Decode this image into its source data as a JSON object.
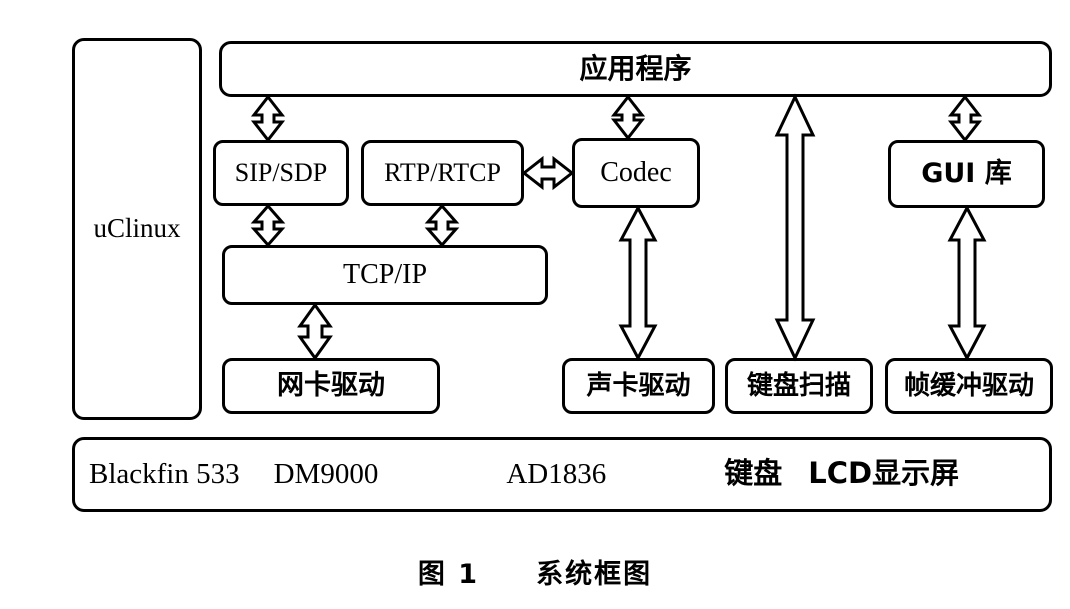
{
  "figure": {
    "caption_number": "图 1",
    "caption_title": "系统框图"
  },
  "diagram": {
    "type": "system-block-diagram",
    "nodes": [
      {
        "id": "uclinux",
        "label": "uClinux",
        "script": "latin"
      },
      {
        "id": "app",
        "label": "应用程序",
        "script": "cjk"
      },
      {
        "id": "sipsdp",
        "label": "SIP/SDP",
        "script": "latin"
      },
      {
        "id": "rtprtcp",
        "label": "RTP/RTCP",
        "script": "latin"
      },
      {
        "id": "codec",
        "label": "Codec",
        "script": "latin"
      },
      {
        "id": "gui",
        "label": "GUI 库",
        "script": "mixed"
      },
      {
        "id": "tcpip",
        "label": "TCP/IP",
        "script": "latin"
      },
      {
        "id": "netdrv",
        "label": "网卡驱动",
        "script": "cjk"
      },
      {
        "id": "sounddrv",
        "label": "声卡驱动",
        "script": "cjk"
      },
      {
        "id": "keyscan",
        "label": "键盘扫描",
        "script": "cjk"
      },
      {
        "id": "fbdrv",
        "label": "帧缓冲驱动",
        "script": "cjk"
      }
    ],
    "hardware_bar": {
      "id": "hardware",
      "items": [
        "Blackfin 533",
        "DM9000",
        "AD1836",
        "键盘",
        "LCD显示屏"
      ]
    },
    "connections": [
      {
        "from": "app",
        "to": "sipsdp",
        "style": "double-arrow-vertical"
      },
      {
        "from": "app",
        "to": "codec",
        "style": "double-arrow-vertical"
      },
      {
        "from": "app",
        "to": "keyscan",
        "style": "double-arrow-vertical"
      },
      {
        "from": "app",
        "to": "gui",
        "style": "double-arrow-vertical"
      },
      {
        "from": "sipsdp",
        "to": "tcpip",
        "style": "double-arrow-vertical"
      },
      {
        "from": "rtprtcp",
        "to": "tcpip",
        "style": "double-arrow-vertical"
      },
      {
        "from": "rtprtcp",
        "to": "codec",
        "style": "double-arrow-horizontal"
      },
      {
        "from": "tcpip",
        "to": "netdrv",
        "style": "double-arrow-vertical"
      },
      {
        "from": "codec",
        "to": "sounddrv",
        "style": "double-arrow-vertical"
      },
      {
        "from": "gui",
        "to": "fbdrv",
        "style": "double-arrow-vertical"
      }
    ]
  },
  "colors": {
    "stroke": "#000000",
    "background": "#ffffff",
    "fill": "#ffffff"
  }
}
